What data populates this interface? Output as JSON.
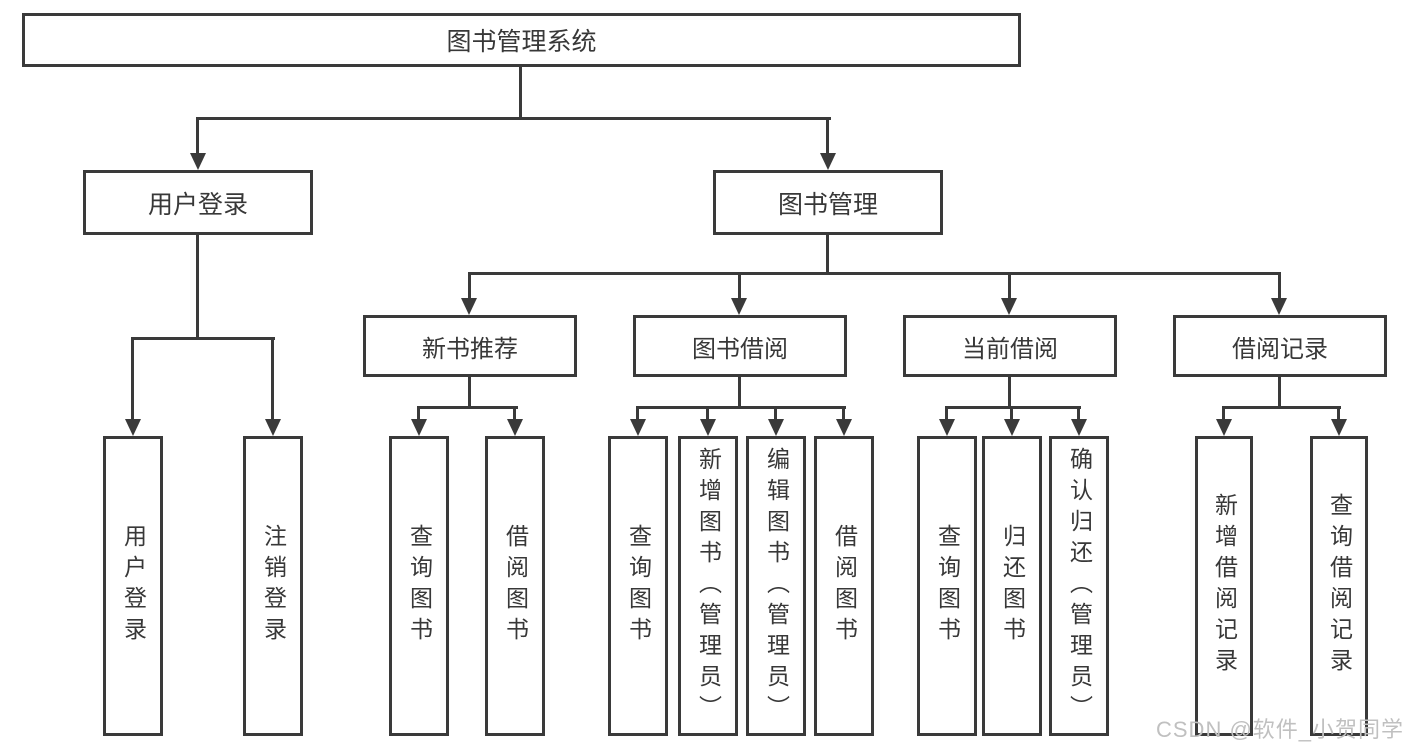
{
  "root": {
    "label": "图书管理系统"
  },
  "level2": {
    "user_login": {
      "label": "用户登录"
    },
    "book_management": {
      "label": "图书管理"
    }
  },
  "level3": {
    "new_book_recommend": {
      "label": "新书推荐"
    },
    "book_borrowing": {
      "label": "图书借阅"
    },
    "current_borrowing": {
      "label": "当前借阅"
    },
    "borrowing_records": {
      "label": "借阅记录"
    }
  },
  "leaves": {
    "user_login": [
      "用户登录",
      "注销登录"
    ],
    "new_book_recommend": [
      "查询图书",
      "借阅图书"
    ],
    "book_borrowing": [
      "查询图书",
      "新增图书（管理员）",
      "编辑图书（管理员）",
      "借阅图书"
    ],
    "current_borrowing": [
      "查询图书",
      "归还图书",
      "确认归还（管理员）"
    ],
    "borrowing_records": [
      "新增借阅记录",
      "查询借阅记录"
    ]
  },
  "watermark": {
    "text": "CSDN @软件_小贺同学"
  },
  "colors": {
    "line": "#3a3a3a",
    "text": "#383838",
    "watermark": "#c0c0c0",
    "background": "#ffffff"
  }
}
